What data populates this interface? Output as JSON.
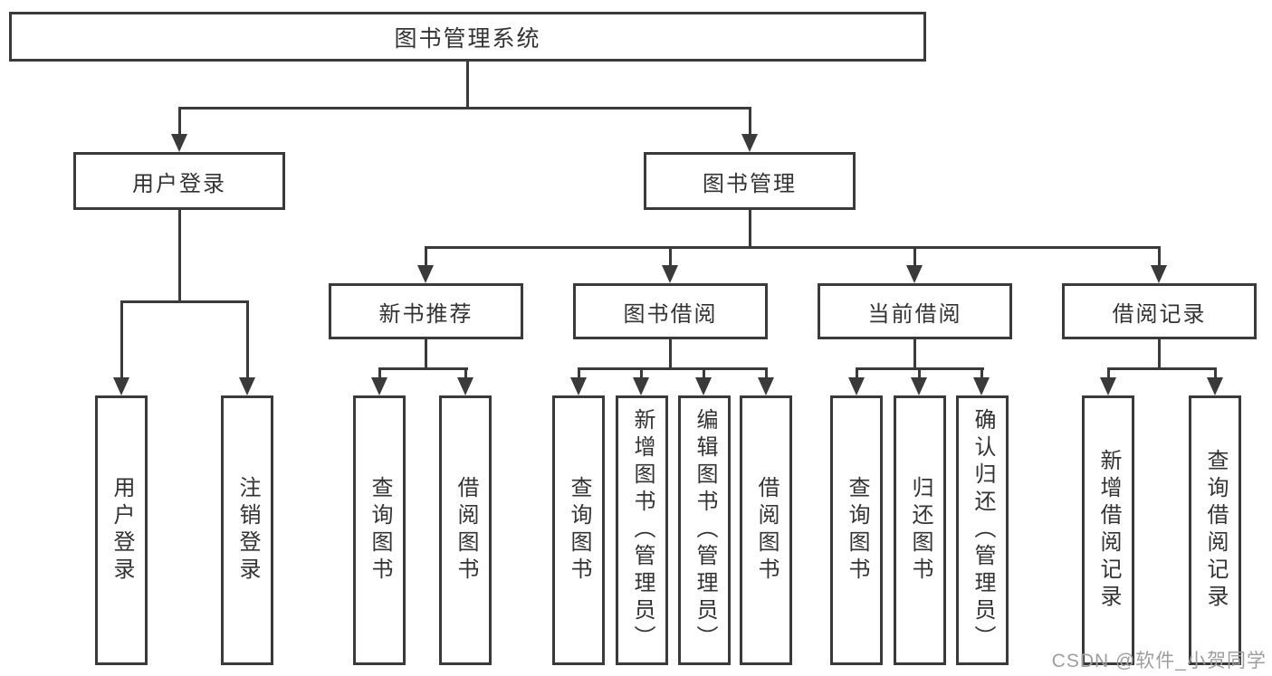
{
  "diagram": {
    "title": "图书管理系统",
    "watermark": "CSDN @软件_小贺同学",
    "colors": {
      "line": "#3a3a3a",
      "background": "#ffffff",
      "text": "#333333",
      "watermark": "#9e9e9e"
    },
    "nodes": {
      "root": {
        "label": "图书管理系统"
      },
      "userLogin": {
        "label": "用户登录"
      },
      "bookMgmt": {
        "label": "图书管理"
      },
      "newBookRec": {
        "label": "新书推荐"
      },
      "bookBorrow": {
        "label": "图书借阅"
      },
      "currentBorrow": {
        "label": "当前借阅"
      },
      "borrowRecords": {
        "label": "借阅记录"
      },
      "lUserLogin": {
        "label": "用户登录"
      },
      "lLogout": {
        "label": "注销登录"
      },
      "lQuery1": {
        "label": "查询图书"
      },
      "lBorrow1": {
        "label": "借阅图书"
      },
      "lQuery2": {
        "label": "查询图书"
      },
      "lAddBook": {
        "label": "新增图书（管理员）"
      },
      "lEditBook": {
        "label": "编辑图书（管理员）"
      },
      "lBorrow2": {
        "label": "借阅图书"
      },
      "lQuery3": {
        "label": "查询图书"
      },
      "lReturnBook": {
        "label": "归还图书"
      },
      "lConfirmReturn": {
        "label": "确认归还（管理员）"
      },
      "lAddRecord": {
        "label": "新增借阅记录"
      },
      "lQueryRecord": {
        "label": "查询借阅记录"
      }
    },
    "hierarchy": {
      "图书管理系统": {
        "用户登录": [
          "用户登录",
          "注销登录"
        ],
        "图书管理": {
          "新书推荐": [
            "查询图书",
            "借阅图书"
          ],
          "图书借阅": [
            "查询图书",
            "新增图书（管理员）",
            "编辑图书（管理员）",
            "借阅图书"
          ],
          "当前借阅": [
            "查询图书",
            "归还图书",
            "确认归还（管理员）"
          ],
          "借阅记录": [
            "新增借阅记录",
            "查询借阅记录"
          ]
        }
      }
    }
  }
}
